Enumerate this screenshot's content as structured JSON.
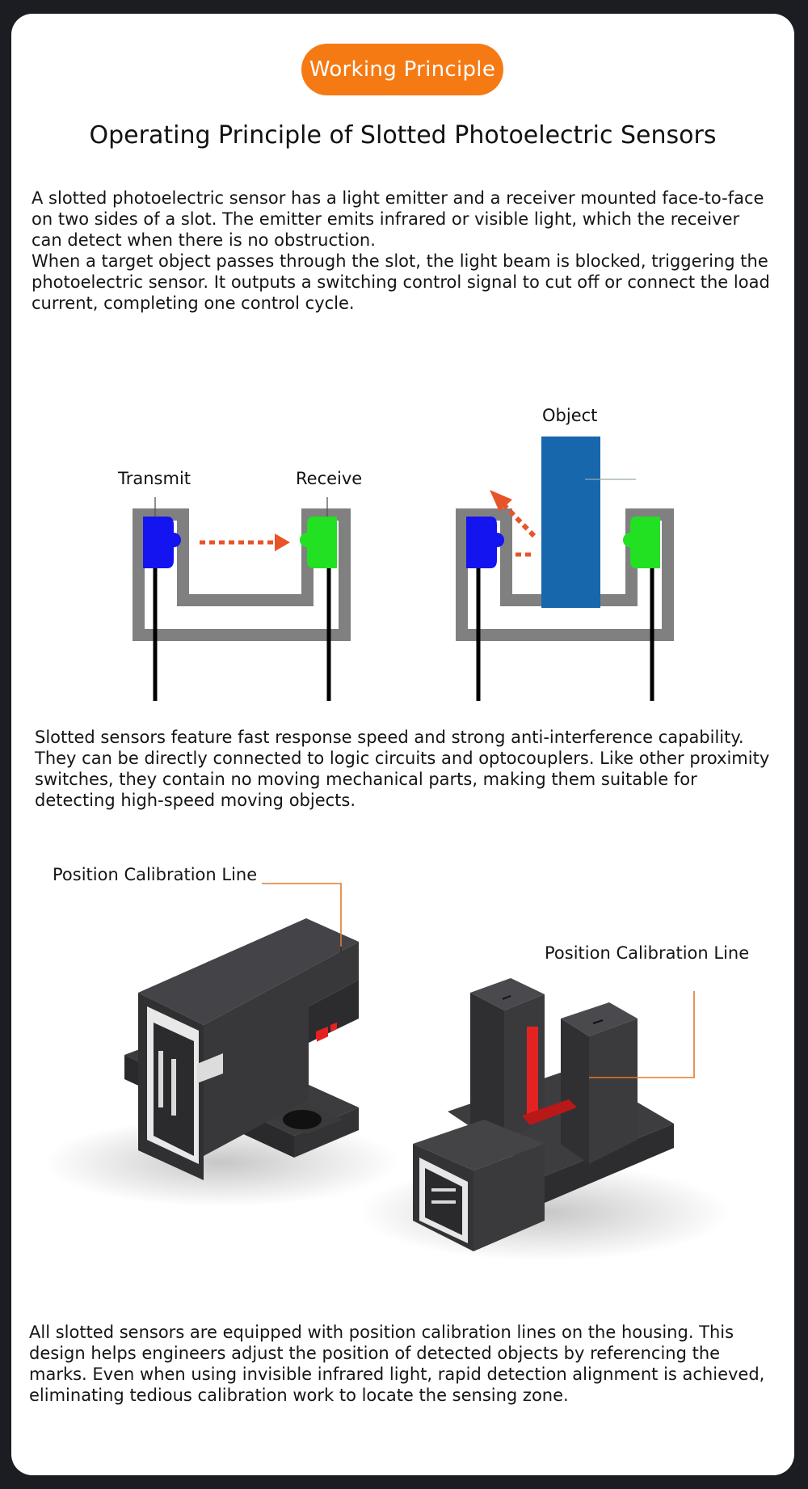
{
  "badge": "Working Principle",
  "title": "Operating Principle of Slotted Photoelectric Sensors",
  "intro": {
    "line1": "A slotted photoelectric sensor has a light emitter and a receiver mounted face-to-face on two sides of a slot. The emitter emits infrared or visible light, which the receiver can detect when there is no obstruction.",
    "line2": "When a target object passes through the slot, the light beam is blocked, triggering the photoelectric sensor. It outputs a switching control signal to cut off or connect the load current, completing one control cycle."
  },
  "diagram": {
    "transmit_label": "Transmit",
    "receive_label": "Receive",
    "object_label": "Object",
    "colors": {
      "emitter": "#1414f0",
      "receiver": "#22e022",
      "beam": "#e8542a",
      "housing": "#808080",
      "object": "#1767ad"
    }
  },
  "features_text": "Slotted sensors feature fast response speed and strong anti-interference capability. They can be directly connected to logic circuits and optocouplers. Like other proximity switches, they contain no moving mechanical parts, making them suitable for detecting high-speed moving objects.",
  "calibration": {
    "label_left": "Position Calibration Line",
    "label_right": "Position Calibration Line",
    "line_color": "#e07a2e"
  },
  "closing_text": "All slotted sensors are equipped with position calibration lines on the housing. This design helps engineers adjust the position of detected objects by referencing the marks. Even when using invisible infrared light, rapid detection alignment is achieved, eliminating tedious calibration work to locate the sensing zone."
}
